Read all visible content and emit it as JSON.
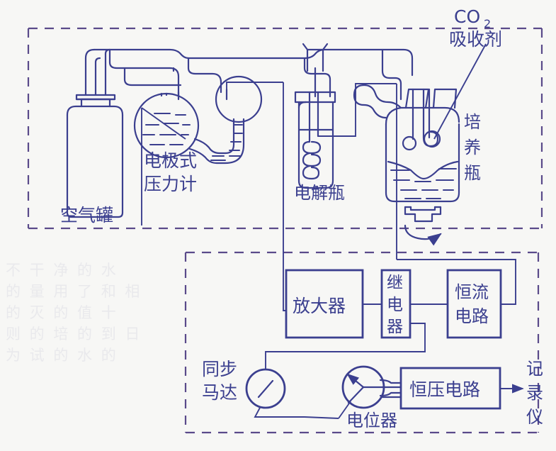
{
  "figure": {
    "title": "CO2 culture apparatus schematic",
    "ink_color": "#3b3f8f",
    "dashed_color": "#5a4a8a",
    "paper_color": "#f7f7f5"
  },
  "labels": {
    "co2_absorbent_line1": "CO",
    "co2_absorbent_sub": "2",
    "co2_absorbent_line2": "吸收剂",
    "air_tank": "空气罐",
    "pressure_gauge_line1": "电极式",
    "pressure_gauge_line2": "压力计",
    "electrolysis_bottle": "电解瓶",
    "culture_bottle_c1": "培",
    "culture_bottle_c2": "养",
    "culture_bottle_c3": "瓶",
    "amplifier": "放大器",
    "relay_c1": "继",
    "relay_c2": "电",
    "relay_c3": "器",
    "constant_current_line1": "恒流",
    "constant_current_line2": "电路",
    "sync_motor_line1": "同步",
    "sync_motor_line2": "马达",
    "potentiometer": "电位器",
    "constant_voltage": "恒压电路",
    "recorder_c1": "记",
    "recorder_c2": "录",
    "recorder_c3": "仪"
  },
  "bleed_through": {
    "line1": "不 干 净 的 水",
    "line2": "的 量 用 了 和 相",
    "line3": "的 灭 的 值 十",
    "line4": "则 的 培 的 到 日",
    "line5": "为 试 的 水 的"
  }
}
